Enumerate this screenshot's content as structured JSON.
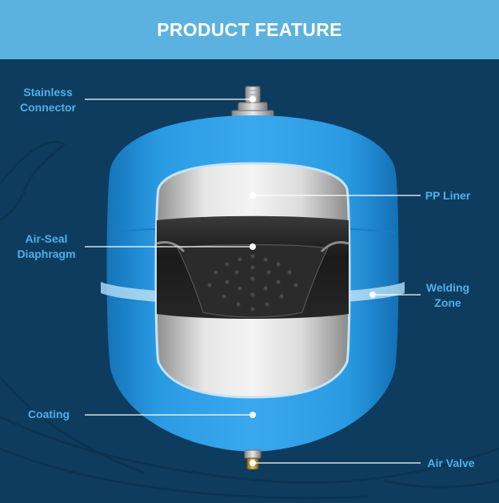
{
  "header": {
    "title": "PRODUCT FEATURE"
  },
  "labels": {
    "stainless_connector": [
      "Stainless",
      "Connector"
    ],
    "pp_liner": "PP Liner",
    "air_seal_diaphragm": [
      "Air-Seal",
      "Diaphragm"
    ],
    "welding_zone": [
      "Welding",
      "Zone"
    ],
    "coating": "Coating",
    "air_valve": "Air Valve"
  },
  "colors": {
    "header_bg": "#5bb2e0",
    "background": "#0e3c5f",
    "tank_blue": "#1f8fd8",
    "label_text": "#4fb0ea",
    "diaphragm": "#1e1e1e",
    "liner": "#d9d9d9"
  }
}
